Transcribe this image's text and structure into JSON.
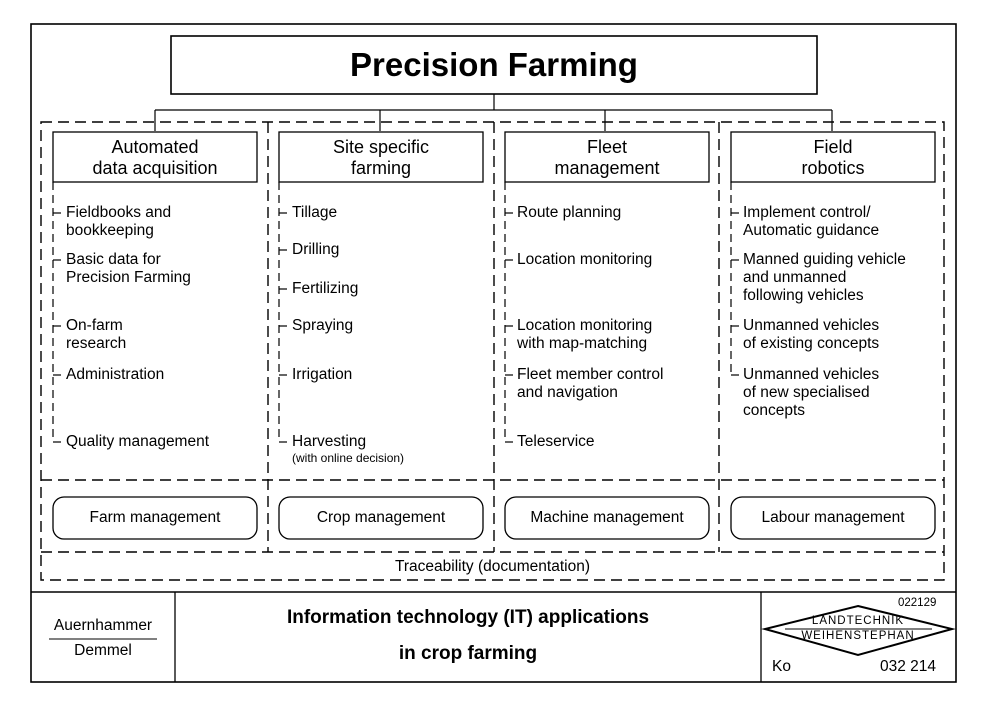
{
  "title": "Precision Farming",
  "columns": [
    {
      "header": [
        "Automated",
        "data acquisition"
      ],
      "items": [
        [
          "Fieldbooks and",
          "bookkeeping"
        ],
        [
          "Basic data for",
          "Precision Farming"
        ],
        [
          "On-farm",
          "research"
        ],
        [
          "Administration"
        ],
        [
          "Quality management"
        ]
      ],
      "management": "Farm management"
    },
    {
      "header": [
        "Site specific",
        "farming"
      ],
      "items": [
        [
          "Tillage"
        ],
        [
          "Drilling"
        ],
        [
          "Fertilizing"
        ],
        [
          "Spraying"
        ],
        [
          "Irrigation"
        ],
        [
          "Harvesting"
        ]
      ],
      "harvest_note": "(with online decision)",
      "management": "Crop management"
    },
    {
      "header": [
        "Fleet",
        "management"
      ],
      "items": [
        [
          "Route planning"
        ],
        [
          "Location monitoring"
        ],
        [
          "Location monitoring",
          "with map-matching"
        ],
        [
          "Fleet member control",
          "and navigation"
        ],
        [
          "Teleservice"
        ]
      ],
      "management": "Machine management"
    },
    {
      "header": [
        "Field",
        "robotics"
      ],
      "items": [
        [
          "Implement control/",
          "Automatic guidance"
        ],
        [
          "Manned guiding vehicle",
          "and unmanned",
          "following vehicles"
        ],
        [
          "Unmanned vehicles",
          "of existing concepts"
        ],
        [
          "Unmanned vehicles",
          "of new specialised",
          "concepts"
        ]
      ],
      "management": "Labour management"
    }
  ],
  "traceability": "Traceability (documentation)",
  "footer": {
    "authors": [
      "Auernhammer",
      "Demmel"
    ],
    "title_lines": [
      "Information technology (IT) applications",
      "in crop farming"
    ],
    "code_top": "022129",
    "logo_lines": [
      "LANDTECHNIK",
      "WEIHENSTEPHAN"
    ],
    "initials": "Ko",
    "number": "032 214"
  }
}
